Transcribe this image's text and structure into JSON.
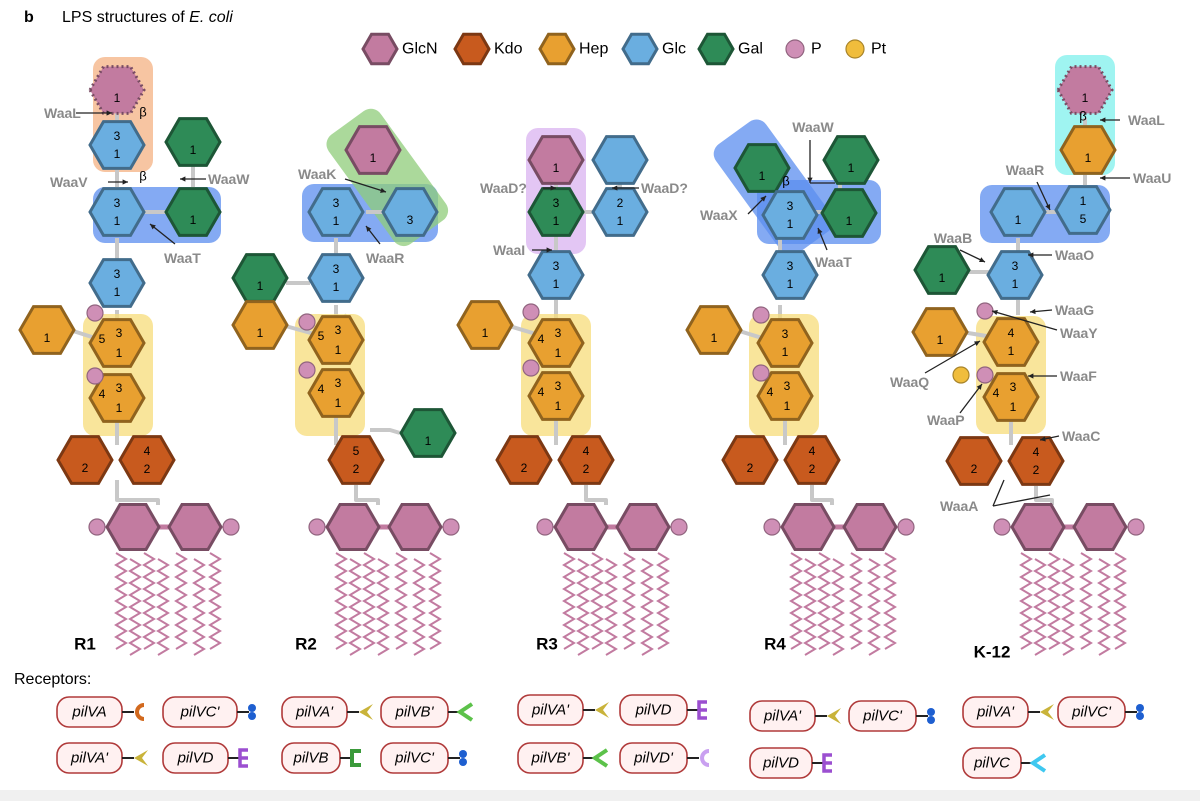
{
  "header": {
    "panel_letter": "b",
    "title_prefix": "LPS structures of ",
    "title_species": "E. coli"
  },
  "colors": {
    "GlcN": "#c27ba0",
    "Kdo": "#c85a1e",
    "Hep": "#e8a030",
    "Glc": "#6aaee0",
    "Gal": "#2e8b57",
    "P": "#cf8fb6",
    "Pt": "#f0bd3c",
    "link": "#c8c8c8",
    "enzyme_text": "#8a8a8a",
    "pill_border": "#b03a3a",
    "pill_fill": "#fff1f1",
    "box_orange": "#f4b183",
    "box_blue": "#5b8def",
    "box_green": "#8fcc7a",
    "box_purple": "#d9b3f0",
    "box_yellow": "#f7dc7a",
    "box_cyan": "#7ff0ec"
  },
  "legend": [
    {
      "label": "GlcN",
      "shape": "hexagon",
      "color_key": "GlcN"
    },
    {
      "label": "Kdo",
      "shape": "hexagon",
      "color_key": "Kdo"
    },
    {
      "label": "Hep",
      "shape": "hexagon",
      "color_key": "Hep"
    },
    {
      "label": "Glc",
      "shape": "hexagon",
      "color_key": "Glc"
    },
    {
      "label": "Gal",
      "shape": "hexagon",
      "color_key": "Gal"
    },
    {
      "label": "P",
      "shape": "circle",
      "color_key": "P"
    },
    {
      "label": "Pt",
      "shape": "circle",
      "color_key": "Pt"
    }
  ],
  "beta": "β",
  "structures": [
    {
      "name": "R1",
      "nodes": [
        {
          "t": "GlcN",
          "d": true,
          "l": [
            "1"
          ]
        },
        {
          "t": "Glc",
          "l": [
            "3",
            "1"
          ]
        },
        {
          "t": "Gal",
          "l": [
            "1"
          ]
        },
        {
          "t": "Glc",
          "l": [
            "3",
            "1"
          ]
        },
        {
          "t": "Gal",
          "l": [
            "1"
          ]
        },
        {
          "t": "Glc",
          "l": [
            "3",
            "1"
          ]
        },
        {
          "t": "Hep",
          "l": [
            "1"
          ]
        },
        {
          "t": "Hep",
          "l": [
            "5",
            "3",
            "1"
          ]
        },
        {
          "t": "Hep",
          "l": [
            "4",
            "3",
            "1"
          ]
        },
        {
          "t": "Kdo",
          "l": [
            "2"
          ]
        },
        {
          "t": "Kdo",
          "l": [
            "4",
            "2"
          ]
        }
      ],
      "enzymes": [
        "WaaL",
        "WaaV",
        "WaaW",
        "WaaT"
      ]
    },
    {
      "name": "R2",
      "nodes": [
        {
          "t": "GlcN",
          "l": [
            "1"
          ]
        },
        {
          "t": "Glc",
          "l": [
            "3",
            "1"
          ]
        },
        {
          "t": "Glc",
          "l": [
            "3"
          ]
        },
        {
          "t": "Gal",
          "l": [
            "1"
          ]
        },
        {
          "t": "Glc",
          "l": [
            "3",
            "1"
          ]
        },
        {
          "t": "Hep",
          "l": [
            "1"
          ]
        },
        {
          "t": "Hep",
          "l": [
            "5",
            "3",
            "1"
          ]
        },
        {
          "t": "Hep",
          "l": [
            "4",
            "3",
            "1"
          ]
        },
        {
          "t": "Gal",
          "l": [
            "1"
          ]
        },
        {
          "t": "Kdo",
          "l": [
            "5",
            "2"
          ]
        }
      ],
      "enzymes": [
        "WaaK",
        "WaaR"
      ]
    },
    {
      "name": "R3",
      "nodes": [
        {
          "t": "GlcN",
          "l": [
            "1"
          ]
        },
        {
          "t": "Glc",
          "l": []
        },
        {
          "t": "Gal",
          "l": [
            "3",
            "1"
          ]
        },
        {
          "t": "Glc",
          "l": [
            "2",
            "1"
          ]
        },
        {
          "t": "Glc",
          "l": [
            "3",
            "1"
          ]
        },
        {
          "t": "Hep",
          "l": [
            "1"
          ]
        },
        {
          "t": "Hep",
          "l": [
            "4",
            "3",
            "1"
          ]
        },
        {
          "t": "Hep",
          "l": [
            "4",
            "3",
            "1"
          ]
        },
        {
          "t": "Kdo",
          "l": [
            "2"
          ]
        },
        {
          "t": "Kdo",
          "l": [
            "4",
            "2"
          ]
        }
      ],
      "enzymes": [
        "WaaD?",
        "WaaD?",
        "WaaI"
      ]
    },
    {
      "name": "R4",
      "nodes": [
        {
          "t": "Gal",
          "l": [
            "1"
          ]
        },
        {
          "t": "Gal",
          "l": [
            "1"
          ]
        },
        {
          "t": "Glc",
          "l": [
            "3",
            "1"
          ]
        },
        {
          "t": "Gal",
          "l": [
            "1"
          ]
        },
        {
          "t": "Glc",
          "l": [
            "3",
            "1"
          ]
        },
        {
          "t": "Hep",
          "l": [
            "1"
          ]
        },
        {
          "t": "Hep",
          "l": [
            "3",
            "1"
          ]
        },
        {
          "t": "Hep",
          "l": [
            "4",
            "3",
            "1"
          ]
        },
        {
          "t": "Kdo",
          "l": [
            "2"
          ]
        },
        {
          "t": "Kdo",
          "l": [
            "4",
            "2"
          ]
        }
      ],
      "enzymes": [
        "WaaW",
        "WaaX",
        "WaaT"
      ]
    },
    {
      "name": "K-12",
      "nodes": [
        {
          "t": "GlcN",
          "d": true,
          "l": [
            "1"
          ]
        },
        {
          "t": "Hep",
          "l": [
            "1"
          ]
        },
        {
          "t": "Glc",
          "l": [
            "1"
          ]
        },
        {
          "t": "Glc",
          "l": [
            "1",
            "5"
          ]
        },
        {
          "t": "Gal",
          "l": [
            "1"
          ]
        },
        {
          "t": "Glc",
          "l": [
            "3",
            "1"
          ]
        },
        {
          "t": "Hep",
          "l": [
            "1"
          ]
        },
        {
          "t": "Hep",
          "l": [
            "4",
            "1"
          ]
        },
        {
          "t": "Hep",
          "l": [
            "4",
            "3",
            "1"
          ]
        },
        {
          "t": "Kdo",
          "l": [
            "2"
          ]
        },
        {
          "t": "Kdo",
          "l": [
            "4",
            "2"
          ]
        }
      ],
      "enzymes": [
        "WaaL",
        "WaaU",
        "WaaR",
        "WaaB",
        "WaaO",
        "WaaG",
        "WaaY",
        "WaaQ",
        "WaaF",
        "WaaP",
        "WaaC",
        "WaaA"
      ]
    }
  ],
  "receptors_label": "Receptors:",
  "receptors": [
    [
      {
        "name": "pilVA",
        "icon": "cup",
        "color": "#d2691e"
      },
      {
        "name": "pilVC'",
        "icon": "blob",
        "color": "#1e5fd0"
      },
      {
        "name": "pilVA'",
        "icon": "fork",
        "color": "#c9b33a"
      },
      {
        "name": "pilVD",
        "icon": "comb",
        "color": "#9b4fd0"
      }
    ],
    [
      {
        "name": "pilVA'",
        "icon": "fork",
        "color": "#c9b33a"
      },
      {
        "name": "pilVB'",
        "icon": "vee",
        "color": "#5cc24a"
      },
      {
        "name": "pilVB",
        "icon": "bracket",
        "color": "#3a9a3a"
      },
      {
        "name": "pilVC'",
        "icon": "blob",
        "color": "#1e5fd0"
      }
    ],
    [
      {
        "name": "pilVA'",
        "icon": "fork",
        "color": "#c9b33a"
      },
      {
        "name": "pilVD",
        "icon": "comb",
        "color": "#9b4fd0"
      },
      {
        "name": "pilVB'",
        "icon": "vee",
        "color": "#5cc24a"
      },
      {
        "name": "pilVD'",
        "icon": "cup",
        "color": "#c9a0f0"
      }
    ],
    [
      {
        "name": "pilVA'",
        "icon": "fork",
        "color": "#c9b33a"
      },
      {
        "name": "pilVC'",
        "icon": "blob",
        "color": "#1e5fd0"
      },
      {
        "name": "pilVD",
        "icon": "comb",
        "color": "#9b4fd0"
      }
    ],
    [
      {
        "name": "pilVA'",
        "icon": "fork",
        "color": "#c9b33a"
      },
      {
        "name": "pilVC'",
        "icon": "blob",
        "color": "#1e5fd0"
      },
      {
        "name": "pilVC",
        "icon": "vee",
        "color": "#3fc8f0"
      }
    ]
  ]
}
